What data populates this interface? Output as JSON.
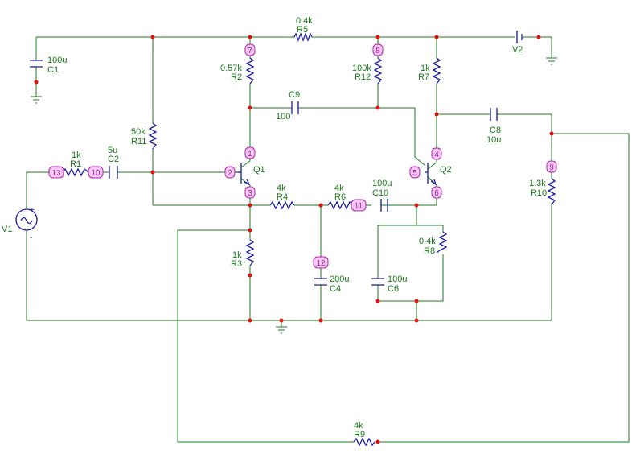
{
  "components": {
    "r5": {
      "value": "0.4k",
      "name": "R5"
    },
    "r2": {
      "value": "0.57k",
      "name": "R2"
    },
    "r12": {
      "value": "100k",
      "name": "R12"
    },
    "r7": {
      "value": "1k",
      "name": "R7"
    },
    "r11": {
      "value": "50k",
      "name": "R11"
    },
    "r1": {
      "value": "1k",
      "name": "R1"
    },
    "c2": {
      "value": "5u",
      "name": "C2"
    },
    "c1": {
      "value": "100u",
      "name": "C1"
    },
    "c9": {
      "value": "100",
      "name": "C9"
    },
    "c8": {
      "value": "10u",
      "name": "C8"
    },
    "r10": {
      "value": "1.3k",
      "name": "R10"
    },
    "r4": {
      "value": "4k",
      "name": "R4"
    },
    "r6": {
      "value": "4k",
      "name": "R6"
    },
    "c10": {
      "value": "100u",
      "name": "C10"
    },
    "r8": {
      "value": "0.4k",
      "name": "R8"
    },
    "r3": {
      "value": "1k",
      "name": "R3"
    },
    "c4": {
      "value": "200u",
      "name": "C4"
    },
    "c6": {
      "value": "100u",
      "name": "C6"
    },
    "r9": {
      "value": "4k",
      "name": "R9"
    },
    "q1": {
      "name": "Q1"
    },
    "q2": {
      "name": "Q2"
    },
    "v1": {
      "name": "V1",
      "plus": "+",
      "minus": "-"
    },
    "v2": {
      "name": "V2"
    }
  },
  "nodes": {
    "n1": "1",
    "n2": "2",
    "n3": "3",
    "n4": "4",
    "n5": "5",
    "n6": "6",
    "n7": "7",
    "n8": "8",
    "n9": "9",
    "n10": "10",
    "n11": "11",
    "n12": "12",
    "n13": "13"
  },
  "colors": {
    "wire": "#1f7a1f",
    "component": "#1a1a9c",
    "junction": "#e01010",
    "label": "#1a7a1a",
    "node_fill": "#f7c8f4",
    "node_text": "#a020a0"
  }
}
